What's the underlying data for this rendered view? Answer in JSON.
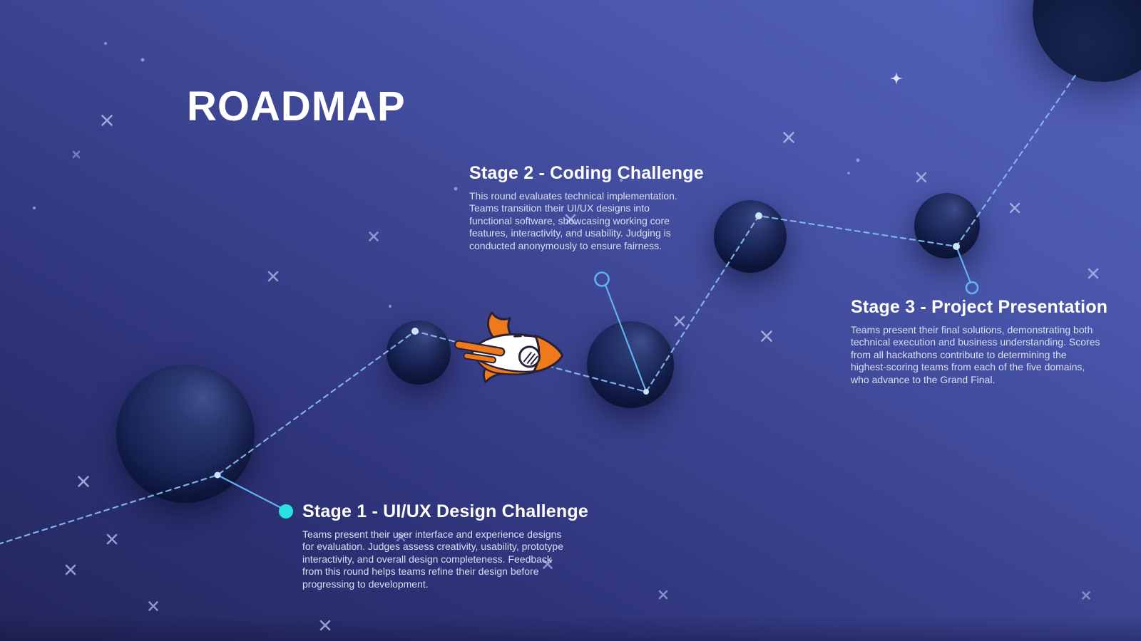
{
  "title": "ROADMAP",
  "stages": [
    {
      "heading": "Stage 1 - UI/UX Design Challenge",
      "body": "Teams present their user interface and experience designs for evaluation. Judges assess creativity, usability, prototype interactivity, and overall design completeness. Feedback from this round helps teams refine their design before progressing to development.",
      "marker": "cyan-dot"
    },
    {
      "heading": "Stage 2 - Coding Challenge",
      "body": "This round evaluates technical implementation. Teams transition their UI/UX designs into functional software, showcasing working core features, interactivity, and usability. Judging is conducted anonymously to ensure fairness.",
      "marker": "circle-outline"
    },
    {
      "heading": "Stage 3 - Project Presentation",
      "body": "Teams present their final solutions, demonstrating both technical execution and business understanding. Scores from all hackathons contribute to determining the highest-scoring teams from each of the five domains, who advance to the Grand Final.",
      "marker": "circle-outline"
    }
  ],
  "icons": {
    "rocket": "rocket-icon",
    "stars": "star-icon",
    "planets": "planet-sphere"
  },
  "colors": {
    "text_white": "#ffffff",
    "body_text": "#e2e7f7",
    "line_blue": "#85b7ee",
    "callout_blue": "#63b1f0",
    "bullet_cyan": "#2ae2e2",
    "rocket_orange": "#ef7a1c",
    "planet_navy": "#142150",
    "bg_light": "#5563bd",
    "bg_dark": "#23265b"
  }
}
